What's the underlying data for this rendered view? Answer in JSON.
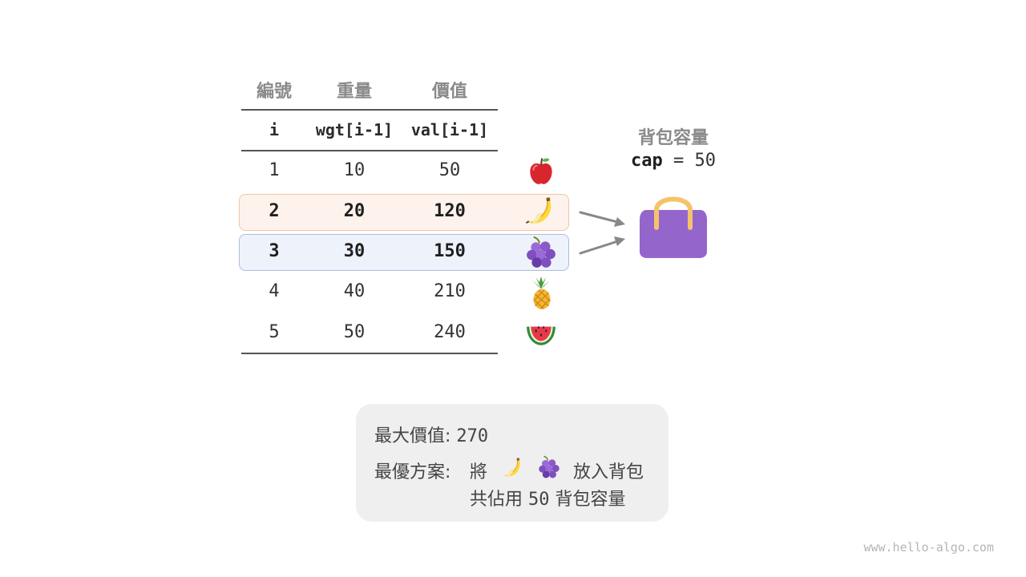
{
  "table": {
    "headers": {
      "id": "編號",
      "weight": "重量",
      "value": "價值"
    },
    "subheaders": {
      "id": "i",
      "weight": "wgt[i-1]",
      "value": "val[i-1]"
    },
    "rows": [
      {
        "i": "1",
        "wgt": "10",
        "val": "50",
        "icon": "apple-icon"
      },
      {
        "i": "2",
        "wgt": "20",
        "val": "120",
        "icon": "banana-icon"
      },
      {
        "i": "3",
        "wgt": "30",
        "val": "150",
        "icon": "grapes-icon"
      },
      {
        "i": "4",
        "wgt": "40",
        "val": "210",
        "icon": "pineapple-icon"
      },
      {
        "i": "5",
        "wgt": "50",
        "val": "240",
        "icon": "watermelon-icon"
      }
    ],
    "highlight_colors": {
      "banana_row": "#fdf3ec",
      "grapes_row": "#eef2fb"
    }
  },
  "knapsack": {
    "title": "背包容量",
    "cap_label": "cap",
    "equals": "=",
    "cap_value": "50",
    "bag_color": "#9466cc",
    "handle_color": "#f5c36b"
  },
  "result": {
    "max_value_label": "最大價值:",
    "max_value": "270",
    "plan_label": "最優方案:",
    "plan_prefix": "將",
    "plan_suffix": "放入背包",
    "plan_line2_prefix": "共佔用",
    "plan_line2_value": "50",
    "plan_line2_suffix": "背包容量"
  },
  "watermark": "www.hello-algo.com"
}
